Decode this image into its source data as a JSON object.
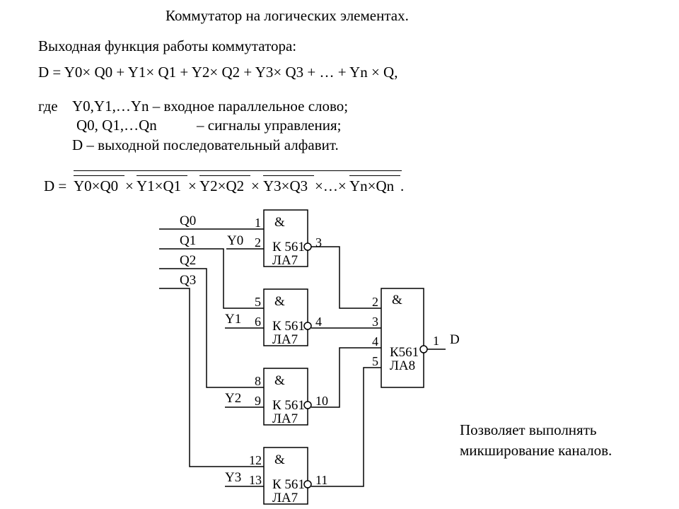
{
  "title": "Коммутатор на логических элементах.",
  "intro": "Выходная функция работы коммутатора:",
  "equation1": "D = Y0× Q0 + Y1× Q1 + Y2× Q2 + Y3× Q3 + … + Yn × Q,",
  "definitions": {
    "where": "где",
    "line1": "Y0,Y1,…Yn – входное параллельное слово;",
    "line2_left": "Q0, Q1,…Qn",
    "line2_right": "– сигналы управления;",
    "line3": "D – выходной последовательный алфавит."
  },
  "equation2": {
    "lhs": "D =",
    "terms": [
      "Y0×Q0",
      "×",
      "Y1×Q1",
      "×",
      "Y2×Q2",
      "×",
      "Y3×Q3",
      "×…×",
      "Yn×Qn",
      "."
    ]
  },
  "note": {
    "line1": "Позволяет выполнять",
    "line2": "микширование каналов."
  },
  "schematic": {
    "control_inputs": [
      "Q0",
      "Q1",
      "Q2",
      "Q3"
    ],
    "data_inputs": [
      "Y0",
      "Y1",
      "Y2",
      "Y3"
    ],
    "gate_symbol": "&",
    "nand_chip": {
      "name": "К 561",
      "type": "ЛА7"
    },
    "out_chip": {
      "name": "К561",
      "type": "ЛА8"
    },
    "gates": [
      {
        "pin_a": "1",
        "pin_b": "2",
        "pin_out": "3"
      },
      {
        "pin_a": "5",
        "pin_b": "6",
        "pin_out": "4"
      },
      {
        "pin_a": "8",
        "pin_b": "9",
        "pin_out": "10"
      },
      {
        "pin_a": "12",
        "pin_b": "13",
        "pin_out": "11"
      }
    ],
    "out_gate_pins": [
      "2",
      "3",
      "4",
      "5"
    ],
    "out_pin": "1",
    "output_label": "D"
  }
}
